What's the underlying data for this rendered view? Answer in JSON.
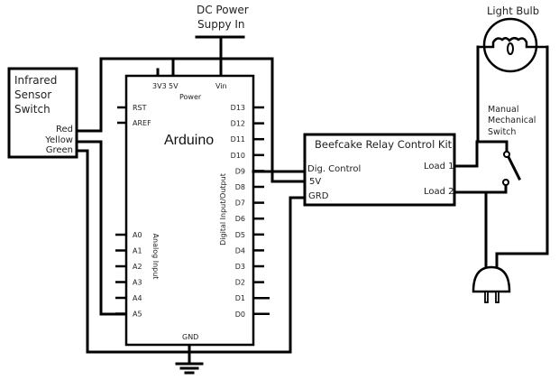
{
  "diagram": {
    "type": "circuit-wiring-diagram",
    "power_supply": {
      "label_line1": "DC Power",
      "label_line2": "Suppy In"
    },
    "sensor": {
      "title_lines": [
        "Infrared",
        "Sensor",
        "Switch"
      ],
      "wires": [
        "Red",
        "Yellow",
        "Green"
      ]
    },
    "arduino": {
      "title": "Arduino",
      "power_section": "Power",
      "power_pins": [
        "3V3",
        "5V",
        "Vin"
      ],
      "left_pins": [
        "RST",
        "AREF"
      ],
      "analog_pins": [
        "A0",
        "A1",
        "A2",
        "A3",
        "A4",
        "A5"
      ],
      "analog_section": "Analog Input",
      "digital_pins": [
        "D13",
        "D12",
        "D11",
        "D10",
        "D9",
        "D8",
        "D7",
        "D6",
        "D5",
        "D4",
        "D3",
        "D2",
        "D1",
        "D0"
      ],
      "digital_section": "Digital Input/Output",
      "ground_label": "GND"
    },
    "relay": {
      "title": "Beefcake Relay Control Kit",
      "inputs": [
        "Dig. Control",
        "5V",
        "GRD"
      ],
      "outputs": [
        "Load 1",
        "Load 2"
      ]
    },
    "light_bulb": {
      "label": "Light Bulb"
    },
    "manual_switch": {
      "label_lines": [
        "Manual",
        "Mechanical",
        "Switch"
      ]
    },
    "plug": {
      "label": ""
    },
    "connections": [
      {
        "from": "DC Power Supply",
        "to": "Arduino Vin"
      },
      {
        "from": "Arduino 5V",
        "to": "Relay 5V"
      },
      {
        "from": "Sensor Red",
        "to": "Arduino 5V rail"
      },
      {
        "from": "Sensor Yellow",
        "to": "Arduino A5"
      },
      {
        "from": "Sensor Green",
        "to": "Ground"
      },
      {
        "from": "Arduino D9",
        "to": "Relay Dig. Control"
      },
      {
        "from": "Relay GRD",
        "to": "Ground"
      },
      {
        "from": "Relay Load 1",
        "to": "Manual Switch"
      },
      {
        "from": "Relay Load 2",
        "to": "Manual Switch / Plug"
      },
      {
        "from": "Light Bulb",
        "to": "Plug"
      }
    ]
  }
}
